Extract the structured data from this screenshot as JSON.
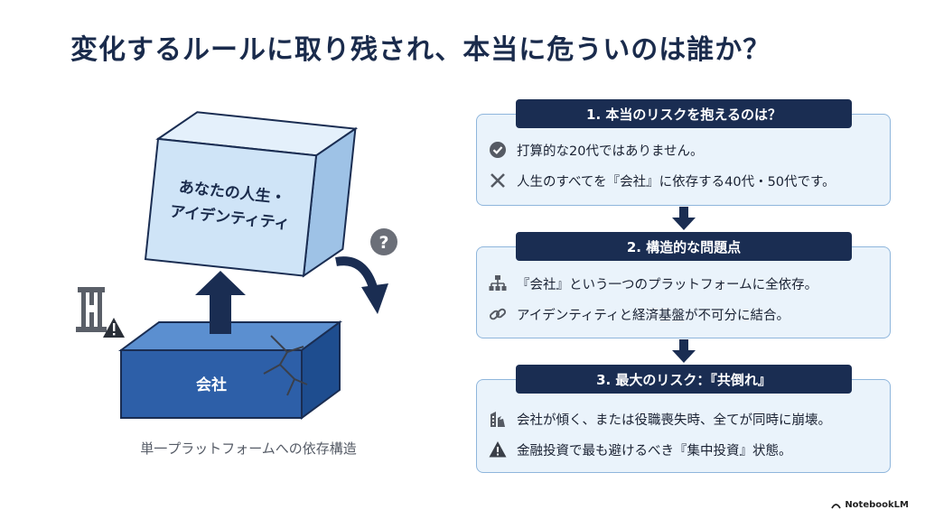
{
  "title": "変化するルールに取り残され、本当に危ういのは誰か？",
  "illustration": {
    "top_box_line1": "あなたの人生・",
    "top_box_line2": "アイデンティティ",
    "base_box_label": "会社",
    "caption": "単一プラットフォームへの依存構造",
    "question_mark": "?"
  },
  "sections": [
    {
      "header": "1. 本当のリスクを抱えるのは？",
      "items": [
        {
          "icon": "check-circle-icon",
          "text": "打算的な20代ではありません。"
        },
        {
          "icon": "x-mark-icon",
          "text": "人生のすべてを『会社』に依存する40代・50代です。"
        }
      ]
    },
    {
      "header": "2. 構造的な問題点",
      "items": [
        {
          "icon": "hierarchy-icon",
          "text": "『会社』という一つのプラットフォームに全依存。"
        },
        {
          "icon": "chain-link-icon",
          "text": "アイデンティティと経済基盤が不可分に結合。"
        }
      ]
    },
    {
      "header": "3. 最大のリスク：『共倒れ』",
      "items": [
        {
          "icon": "collapsing-building-icon",
          "text": "会社が傾く、または役職喪失時、全てが同時に崩壊。"
        },
        {
          "icon": "warning-triangle-icon",
          "text": "金融投資で最も避けるべき『集中投資』状態。"
        }
      ]
    }
  ],
  "brand": "NotebookLM",
  "colors": {
    "navy": "#1a2d52",
    "panel_bg": "#eaf3fb",
    "panel_border": "#8fb6dc",
    "box_light": "#cfe4f7",
    "box_blue": "#2d5fa8"
  }
}
